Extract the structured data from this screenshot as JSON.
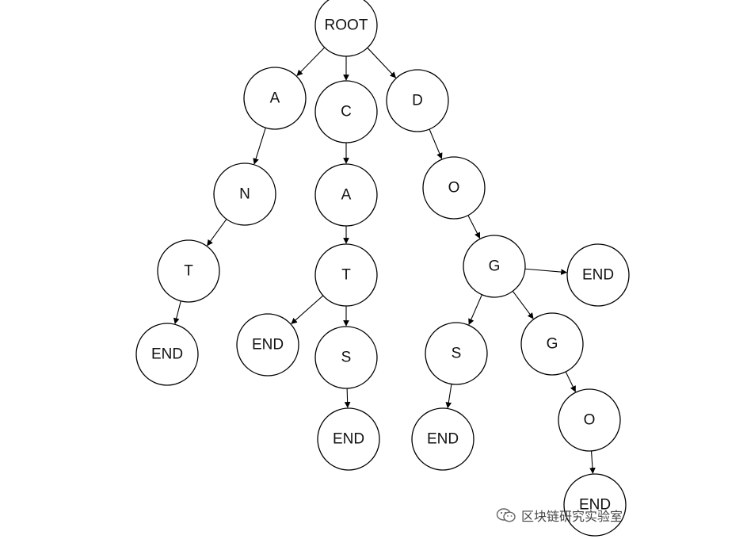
{
  "diagram": {
    "type": "trie",
    "nodes": [
      {
        "id": "root",
        "label": "ROOT"
      },
      {
        "id": "a",
        "label": "A"
      },
      {
        "id": "c",
        "label": "C"
      },
      {
        "id": "d",
        "label": "D"
      },
      {
        "id": "n",
        "label": "N"
      },
      {
        "id": "ca",
        "label": "A"
      },
      {
        "id": "o",
        "label": "O"
      },
      {
        "id": "t",
        "label": "T"
      },
      {
        "id": "ct",
        "label": "T"
      },
      {
        "id": "g",
        "label": "G"
      },
      {
        "id": "end_dog",
        "label": "END"
      },
      {
        "id": "end_ant",
        "label": "END"
      },
      {
        "id": "end_cat",
        "label": "END"
      },
      {
        "id": "s",
        "label": "S"
      },
      {
        "id": "gs",
        "label": "S"
      },
      {
        "id": "gg",
        "label": "G"
      },
      {
        "id": "end_cats",
        "label": "END"
      },
      {
        "id": "end_dogs",
        "label": "END"
      },
      {
        "id": "go",
        "label": "O"
      },
      {
        "id": "end_doggo",
        "label": "END"
      }
    ],
    "edges": [
      [
        "root",
        "a"
      ],
      [
        "root",
        "c"
      ],
      [
        "root",
        "d"
      ],
      [
        "a",
        "n"
      ],
      [
        "n",
        "t"
      ],
      [
        "t",
        "end_ant"
      ],
      [
        "c",
        "ca"
      ],
      [
        "ca",
        "ct"
      ],
      [
        "ct",
        "end_cat"
      ],
      [
        "ct",
        "s"
      ],
      [
        "s",
        "end_cats"
      ],
      [
        "d",
        "o"
      ],
      [
        "o",
        "g"
      ],
      [
        "g",
        "end_dog"
      ],
      [
        "g",
        "gs"
      ],
      [
        "g",
        "gg"
      ],
      [
        "gs",
        "end_dogs"
      ],
      [
        "gg",
        "go"
      ],
      [
        "go",
        "end_doggo"
      ]
    ]
  },
  "watermark": {
    "text": "区块链研究实验室",
    "icon": "wechat-icon"
  }
}
